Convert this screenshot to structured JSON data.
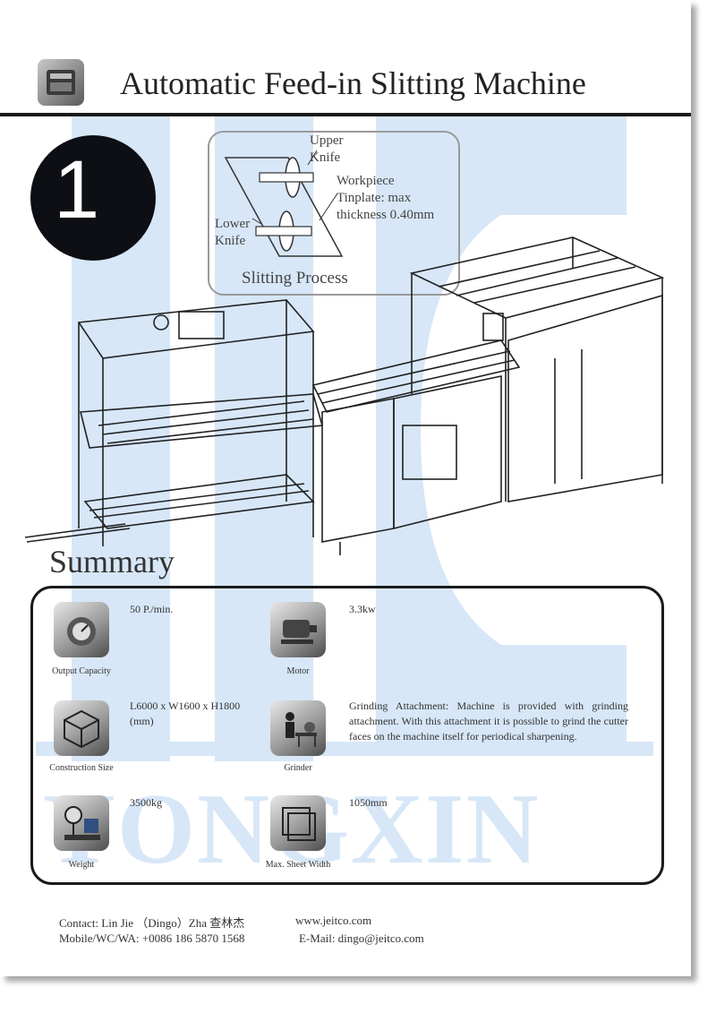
{
  "header": {
    "title": "Automatic Feed-in Slitting Machine",
    "section_number": "1"
  },
  "inset": {
    "upper_knife": [
      "Upper",
      "Knife"
    ],
    "workpiece": [
      "Workpiece",
      "Tinplate: max",
      "thickness 0.40mm"
    ],
    "lower_knife": [
      "Lower",
      "Knife"
    ],
    "caption": "Slitting Process"
  },
  "summary": {
    "title": "Summary",
    "specs": [
      {
        "label": "Output Capacity",
        "value": "50 P./min.",
        "icon": "speedometer-icon"
      },
      {
        "label": "Motor",
        "value": "3.3kw",
        "icon": "motor-icon"
      },
      {
        "label": "Construction Size",
        "value": "L6000 x W1600 x H1800 (mm)",
        "icon": "cube-icon"
      },
      {
        "label": "Grinder",
        "value": "Grinding Attachment: Machine is provided with grinding attachment. With this attachment it is possible to grind the cutter faces on the machine itself for periodical sharpening.",
        "icon": "grinder-icon"
      },
      {
        "label": "Weight",
        "value": "3500kg",
        "icon": "scale-icon"
      },
      {
        "label": "Max. Sheet Width",
        "value": "1050mm",
        "icon": "sheet-icon"
      }
    ]
  },
  "watermark": {
    "text": "YONGXIN"
  },
  "contact": {
    "line1_left": "Contact: Lin Jie （Dingo）Zha 查林杰",
    "line1_right": "www.jeitco.com",
    "line2_left": "Mobile/WC/WA: +0086 186 5870 1568",
    "line2_right": "E-Mail: dingo@jeitco.com"
  }
}
